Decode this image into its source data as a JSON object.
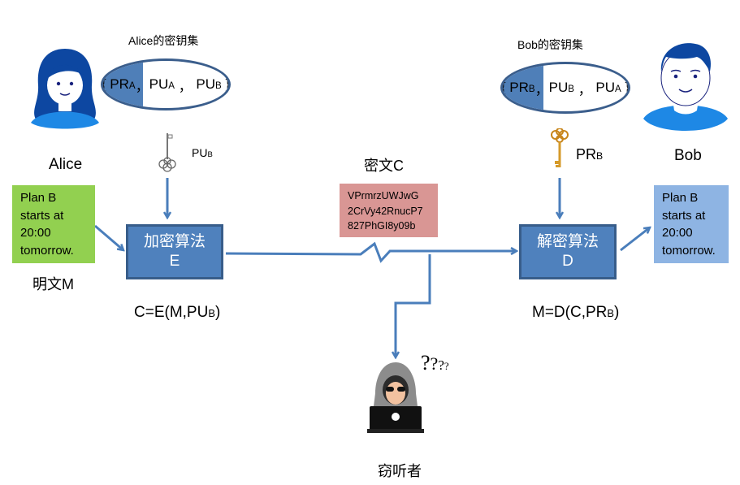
{
  "alice": {
    "name": "Alice",
    "keyset_title": "Alice的密钥集",
    "keyset": [
      {
        "base": "PR",
        "sub": "A"
      },
      {
        "base": "PU",
        "sub": "A"
      },
      {
        "base": "PU",
        "sub": "B"
      }
    ],
    "key_label": {
      "base": "PU",
      "sub": "B"
    },
    "key_icon": "silver-key-icon"
  },
  "bob": {
    "name": "Bob",
    "keyset_title": "Bob的密钥集",
    "keyset": [
      {
        "base": "PR",
        "sub": "B"
      },
      {
        "base": "PU",
        "sub": "B"
      },
      {
        "base": "PU",
        "sub": "A"
      }
    ],
    "key_label": {
      "base": "PR",
      "sub": "B"
    },
    "key_icon": "gold-key-icon"
  },
  "plaintext": {
    "lines": [
      "Plan B",
      "starts at",
      "20:00",
      "tomorrow."
    ],
    "label": "明文M",
    "color": "#92d050"
  },
  "decrypted": {
    "lines": [
      "Plan B",
      "starts at",
      "20:00",
      "tomorrow."
    ],
    "color": "#8eb4e3"
  },
  "encrypt": {
    "title": "加密算法",
    "letter": "E",
    "formula_prefix": "C=E(M,PU",
    "formula_sub": "B",
    "formula_suffix": ")"
  },
  "decrypt": {
    "title": "解密算法",
    "letter": "D",
    "formula_prefix": "M=D(C,PR",
    "formula_sub": "B",
    "formula_suffix": ")"
  },
  "ciphertext": {
    "label": "密文C",
    "lines": [
      "VPrmrzUWJwG",
      "2CrVy42RnucP7",
      "827PhGI8y09b"
    ],
    "color": "#d99694"
  },
  "eavesdropper": {
    "label": "窃听者",
    "question_marks": [
      "?",
      "?",
      "?",
      "?"
    ]
  },
  "colors": {
    "arrow": "#4a7ebb",
    "algo_fill": "#4f81bd",
    "algo_border": "#385d8a",
    "avatar_blue": "#1e88e5"
  }
}
